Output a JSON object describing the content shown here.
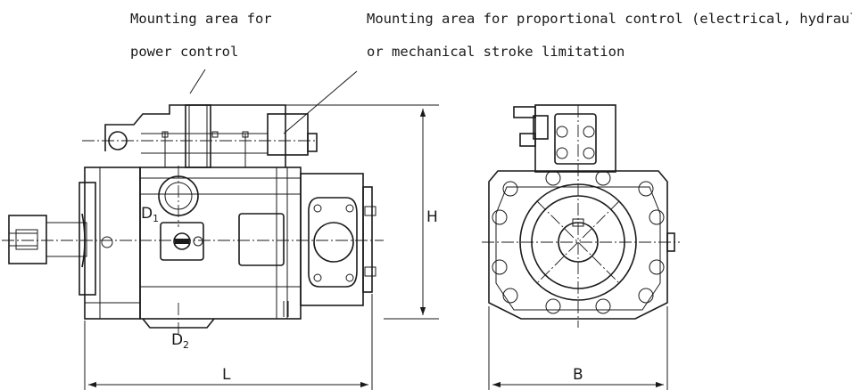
{
  "labels": {
    "power_control_line1": "Mounting area for",
    "power_control_line2": "power control",
    "proportional_line1": "Mounting area for proportional control (electrical, hydraulical)",
    "proportional_line2": "or mechanical stroke limitation"
  },
  "ports": {
    "d1_letter": "D",
    "d1_index": "1",
    "d2_letter": "D",
    "d2_index": "2"
  },
  "dimensions": {
    "height": "H",
    "length": "L",
    "width": "B"
  }
}
